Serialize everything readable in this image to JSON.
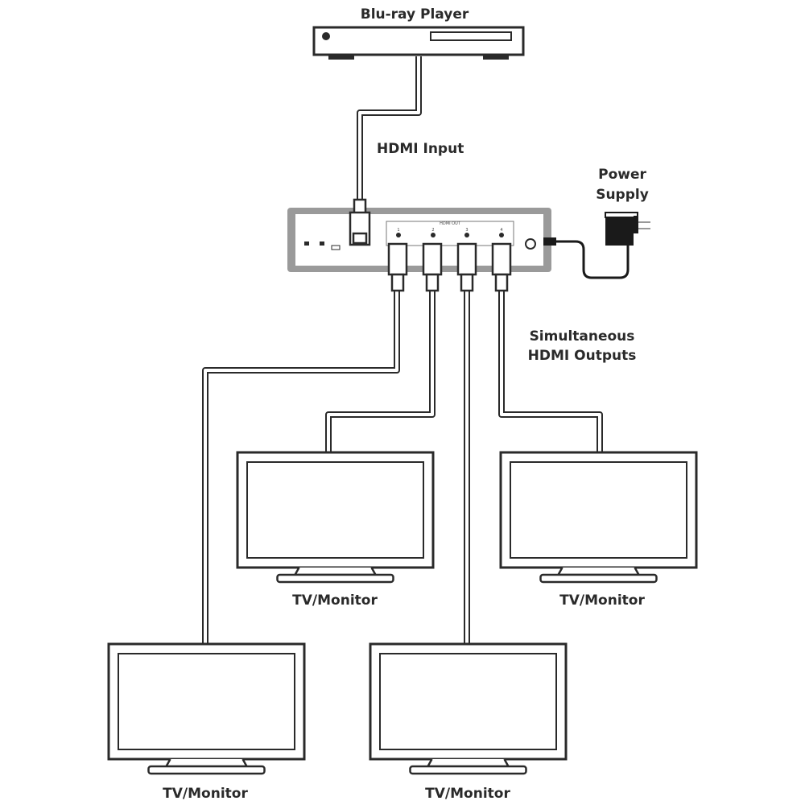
{
  "labels": {
    "source": "Blu-ray Player",
    "input": "HDMI Input",
    "power_line1": "Power",
    "power_line2": "Supply",
    "outputs_line1": "Simultaneous",
    "outputs_line2": "HDMI Outputs"
  },
  "splitter": {
    "output_group_label": "HDMI OUT",
    "ports": [
      "1",
      "2",
      "3",
      "4"
    ]
  },
  "displays": [
    {
      "label": "TV/Monitor"
    },
    {
      "label": "TV/Monitor"
    },
    {
      "label": "TV/Monitor"
    },
    {
      "label": "TV/Monitor"
    }
  ],
  "colors": {
    "line": "#2a2a2a",
    "device_border": "#9a9a9a",
    "background": "#ffffff"
  }
}
